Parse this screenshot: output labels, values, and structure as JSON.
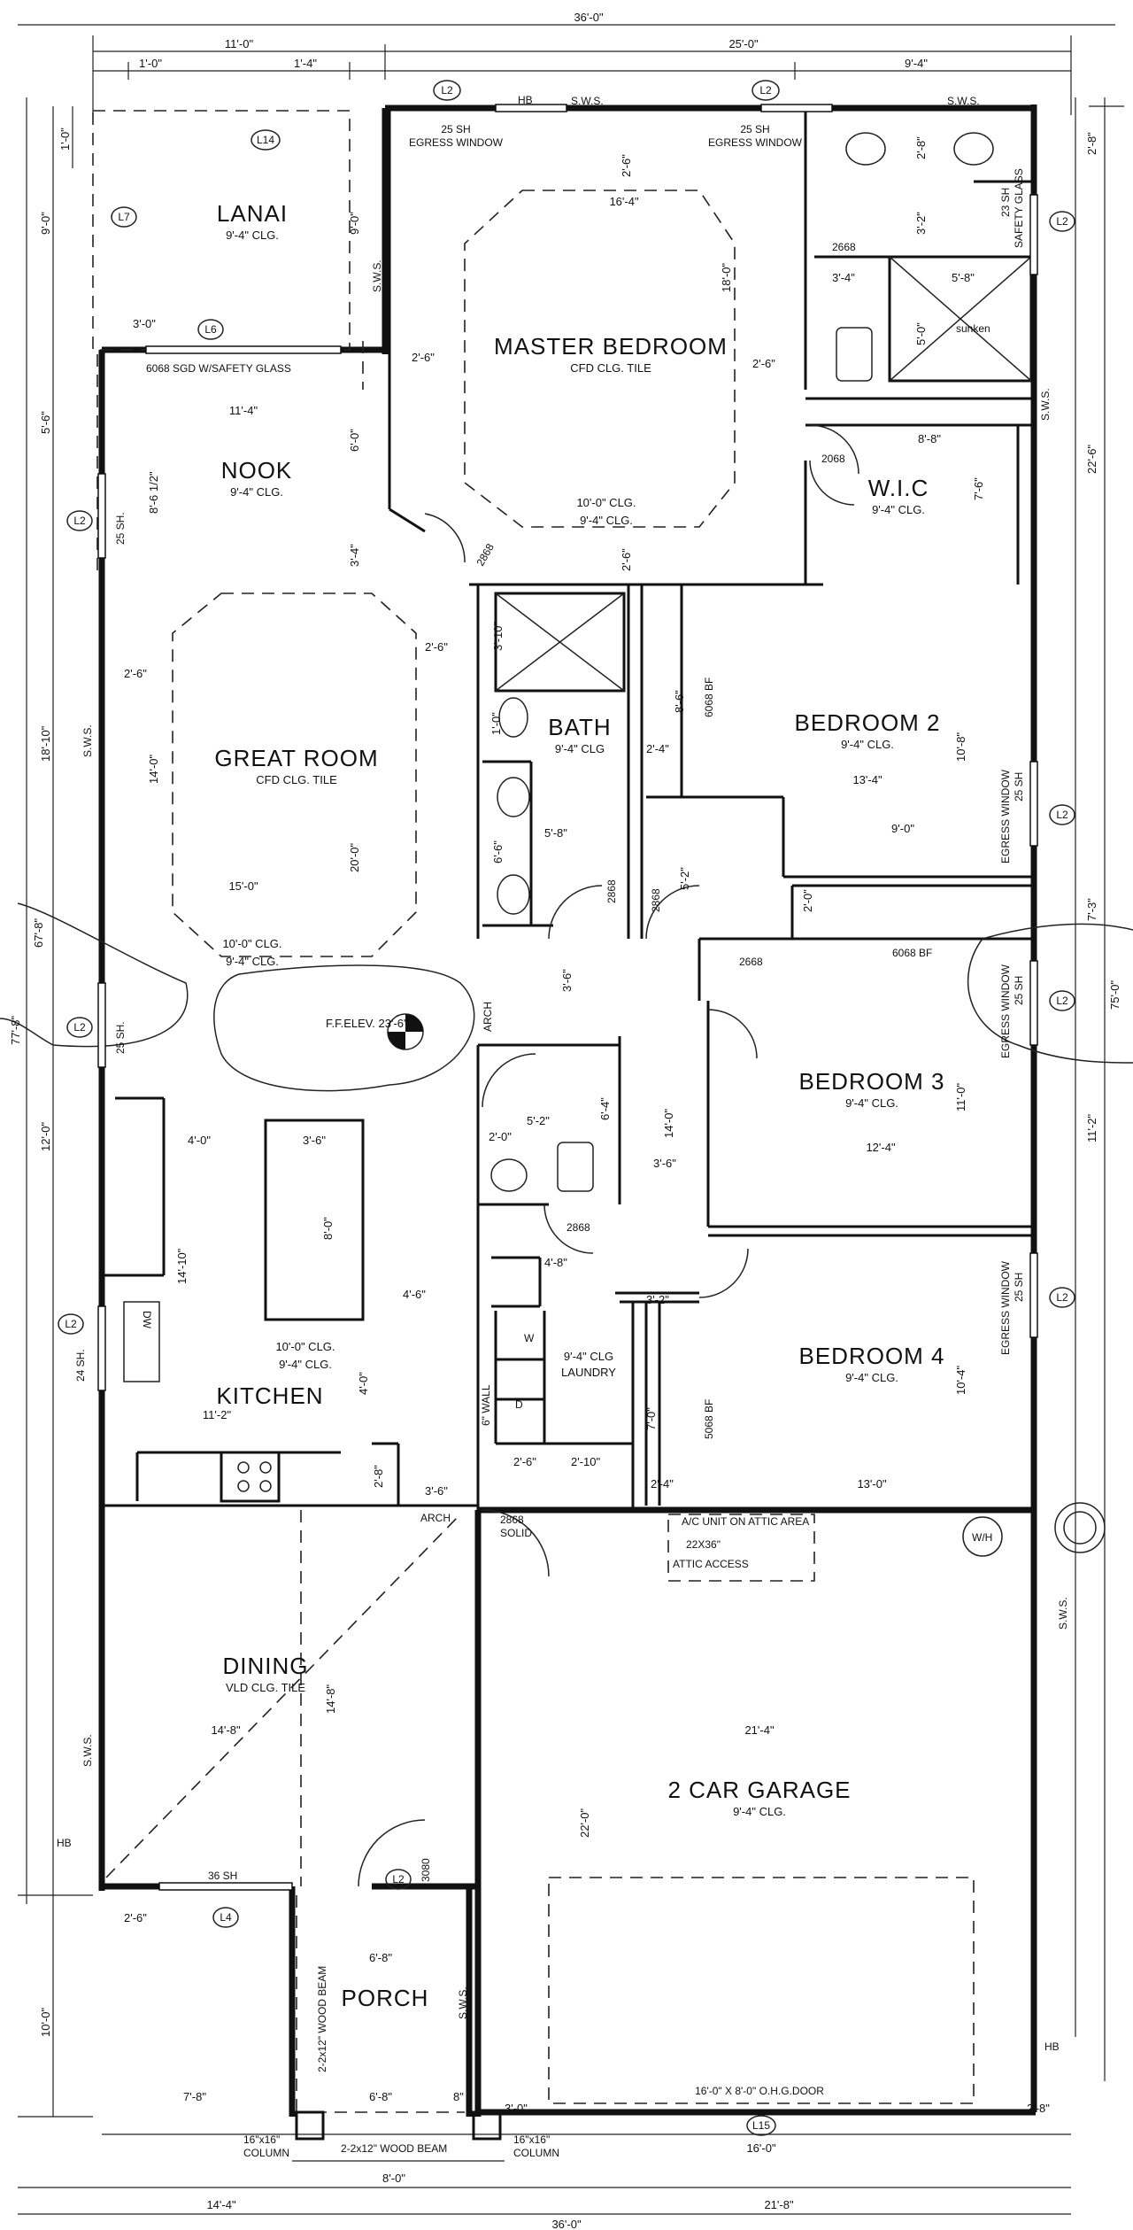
{
  "rooms": {
    "lanai": {
      "name": "LANAI",
      "clg": "9'-4\" CLG."
    },
    "nook": {
      "name": "NOOK",
      "clg": "9'-4\" CLG."
    },
    "great_room": {
      "name": "GREAT ROOM",
      "clg": "CFD CLG. TILE"
    },
    "master_bedroom": {
      "name": "MASTER BEDROOM",
      "clg": "CFD CLG. TILE"
    },
    "wic": {
      "name": "W.I.C",
      "clg": "9'-4\" CLG."
    },
    "bath": {
      "name": "BATH",
      "clg": "9'-4\" CLG"
    },
    "bedroom2": {
      "name": "BEDROOM 2",
      "clg": "9'-4\" CLG."
    },
    "bedroom3": {
      "name": "BEDROOM 3",
      "clg": "9'-4\" CLG."
    },
    "bedroom4": {
      "name": "BEDROOM 4",
      "clg": "9'-4\" CLG."
    },
    "kitchen": {
      "name": "KITCHEN"
    },
    "laundry": {
      "name": "LAUNDRY",
      "clg": "9'-4\" CLG"
    },
    "dining": {
      "name": "DINING",
      "clg": "VLD CLG. TILE"
    },
    "garage": {
      "name": "2 CAR GARAGE",
      "clg": "9'-4\" CLG."
    },
    "porch": {
      "name": "PORCH"
    }
  },
  "notes": {
    "ff_elev": "F.F.ELEV.  23'-6\"",
    "ac_unit": "A/C UNIT ON ATTIC AREA",
    "attic_size": "22X36\"",
    "attic_access": "ATTIC      ACCESS",
    "sgd": "6068 SGD W/SAFETY GLASS",
    "egress_top_left": "25 SH",
    "egress_top_left2": "EGRESS WINDOW",
    "egress_top_right": "25 SH",
    "egress_top_right2": "EGRESS WINDOW",
    "sunken": "sunken",
    "ohg_door": "16'-0\" X 8'-0\" O.H.G.DOOR",
    "wood_beam_v": "2-2x12\" WOOD BEAM",
    "wood_beam_h": "2-2x12\" WOOD BEAM",
    "column_l1": "16\"x16\"",
    "column_l2": "COLUMN",
    "column_r1": "16\"x16\"",
    "column_r2": "COLUMN",
    "wh": "W/H",
    "hb": "HB",
    "solid": "SOLID",
    "arch": "ARCH",
    "wall6": "6\" WALL",
    "dw": "DW",
    "w": "W",
    "d": "D",
    "sh36": "36 SH",
    "safety_glass": "SAFETY GLASS",
    "sh23": "23 SH",
    "sh25_left1": "25 SH.",
    "sh25_left2": "25 SH.",
    "sh24_left": "24 SH.",
    "egress_b2": "EGRESS WINDOW",
    "sh25_b2": "25 SH",
    "egress_b3": "EGRESS WINDOW",
    "sh25_b3": "25 SH",
    "egress_b4": "EGRESS WINDOW",
    "sh25_b4": "25 SH",
    "sws_top1": "S.W.S.",
    "sws_top2": "S.W.S.",
    "sws_lanai": "S.W.S.",
    "sws_right1": "S.W.S.",
    "sws_left1": "S.W.S.",
    "sws_right2": "S.W.S.",
    "sws_left2": "S.W.S.",
    "sws_porch": "S.W.S.",
    "hb_top": "HB"
  },
  "doors": {
    "d2868a": "2868",
    "d2668a": "2668",
    "d2068": "2068",
    "d2868b": "2868",
    "d2868c": "2868",
    "d2868d": "2868",
    "d2668b": "2668",
    "d6068bf1": "6068 BF",
    "d6068bf2": "6068 BF",
    "d2868e": "2868",
    "d5068bf": "5068 BF",
    "d2868f": "2868",
    "d3080": "3080"
  },
  "tags": {
    "L2a": "L2",
    "L2b": "L2",
    "L14": "L14",
    "L7": "L7",
    "L6": "L6",
    "L2c": "L2",
    "L2d": "L2",
    "L2e": "L2",
    "L2f": "L2",
    "L2g": "L2",
    "L2h": "L2",
    "L2i": "L2",
    "L4": "L4",
    "L2j": "L2",
    "L15": "L15"
  },
  "dimensions": {
    "overall_top": "36'-0\"",
    "top_11_0": "11'-0\"",
    "top_25_0": "25'-0\"",
    "top_1_0": "1'-0\"",
    "top_1_4": "1'-4\"",
    "top_9_4": "9'-4\"",
    "left_9_0": "9'-0\"",
    "left_1_0": "1'-0\"",
    "left_5_6": "5'-6\"",
    "left_18_10": "18'-10\"",
    "left_12_0": "12'-0\"",
    "left_77_8": "77'-8\"",
    "left_67_8": "67'-8\"",
    "left_10_0": "10'-0\"",
    "right_2_8": "2'-8\"",
    "right_22_6": "22'-6\"",
    "right_7_3": "7'-3\"",
    "right_75_0": "75'-0\"",
    "right_11_2": "11'-2\"",
    "lanai_9_0": "9'-0\"",
    "lanai_3_0": "3'-0\"",
    "nook_11_4": "11'-4\"",
    "nook_8_6": "8'-6 1/2\"",
    "nook_6_0": "6'-0\"",
    "gr_2_6": "2'-6\"",
    "gr_3_4": "3'-4\"",
    "gr_2_6b": "2'-6\"",
    "gr_14_0": "14'-0\"",
    "gr_20_0": "20'-0\"",
    "gr_15_0": "15'-0\"",
    "gr_10_0": "10'-0\" CLG.",
    "gr_9_4": "9'-4\" CLG.",
    "mb_2_6a": "2'-6\"",
    "mb_2_6b": "2'-6\"",
    "mb_16_4": "16'-4\"",
    "mb_18_0": "18'-0\"",
    "mb_2_6c": "2'-6\"",
    "mb_10_0": "10'-0\" CLG.",
    "mb_9_4": "9'-4\" CLG.",
    "mb_2_6d": "2'-6\"",
    "mbath_2_8": "2'-8\"",
    "mbath_3_2": "3'-2\"",
    "mbath_3_4": "3'-4\"",
    "mbath_5_8": "5'-8\"",
    "mbath_5_0": "5'-0\"",
    "wic_8_8": "8'-8\"",
    "wic_7_6": "7'-6\"",
    "bath_3_10": "3'-10\"",
    "bath_1_0": "1'-0\"",
    "bath_6_6": "6'-6\"",
    "bath_5_8": "5'-8\"",
    "bath_2_4": "2'-4\"",
    "bath_8_6": "8'-6\"",
    "bath_5_2": "5'-2\"",
    "b2_13_4": "13'-4\"",
    "b2_10_8": "10'-8\"",
    "b2_9_0": "9'-0\"",
    "b2_2_0": "2'-0\"",
    "hall_3_6": "3'-6\"",
    "b3_12_4": "12'-4\"",
    "b3_11_0": "11'-0\"",
    "hall_14_0": "14'-0\"",
    "hall_3_6b": "3'-6\"",
    "hb_5_2": "5'-2\"",
    "hb_2_0": "2'-0\"",
    "hb_6_4": "6'-4\"",
    "hb_4_8": "4'-8\"",
    "k_4_0": "4'-0\"",
    "k_3_6": "3'-6\"",
    "k_8_0": "8'-0\"",
    "k_4_6": "4'-6\"",
    "k_14_10": "14'-10\"",
    "k_10_0": "10'-0\" CLG.",
    "k_9_4": "9'-4\" CLG.",
    "k_11_2": "11'-2\"",
    "k_4_0b": "4'-0\"",
    "k_2_8": "2'-8\"",
    "k_3_6b": "3'-6\"",
    "b4_3_2": "3'-2\"",
    "b4_7_0": "7'-0\"",
    "b4_10_4": "10'-4\"",
    "b4_13_0": "13'-0\"",
    "l_2_6": "2'-6\"",
    "l_2_10": "2'-10\"",
    "l_2_4": "2'-4\"",
    "dn_14_8a": "14'-8\"",
    "dn_14_8b": "14'-8\"",
    "g_21_4": "21'-4\"",
    "g_22_0": "22'-0\"",
    "p_2_6": "2'-6\"",
    "p_6_8a": "6'-8\"",
    "p_6_8b": "6'-8\"",
    "p_7_8": "7'-8\"",
    "p_8": "8\"",
    "p_3_0": "3'-0\"",
    "p_8_0": "8'-0\"",
    "b_14_4": "14'-4\"",
    "b_21_8": "21'-8\"",
    "b_36_0": "36'-0\"",
    "b_16_0": "16'-0\"",
    "b_2_8": "2'-8\""
  }
}
